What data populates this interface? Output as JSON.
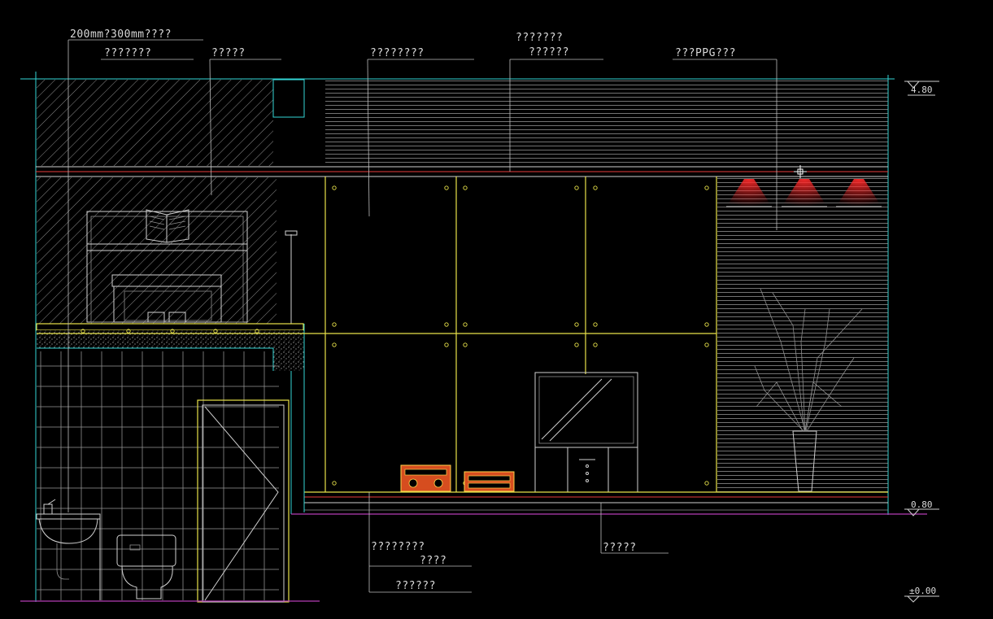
{
  "drawing": {
    "annotations_top": {
      "spec_note": "200mm?300mm????",
      "a1": "???????",
      "a2": "?????",
      "a3": "????????",
      "a4_line1": "???????",
      "a4_line2": "??????",
      "a5": "???PPG???"
    },
    "annotations_bottom": {
      "b1_line1": "????????",
      "b1_line2": "????",
      "b2": "??????",
      "b3": "?????"
    },
    "levels": {
      "top": "4.80",
      "floor": "0.80",
      "ground": "±0.00"
    },
    "colors": {
      "background": "#000000",
      "cyan": "#33d6d6",
      "yellow": "#e8e24a",
      "red": "#e83b3b",
      "magenta": "#b53cb5",
      "white": "#cfcfcf"
    }
  }
}
